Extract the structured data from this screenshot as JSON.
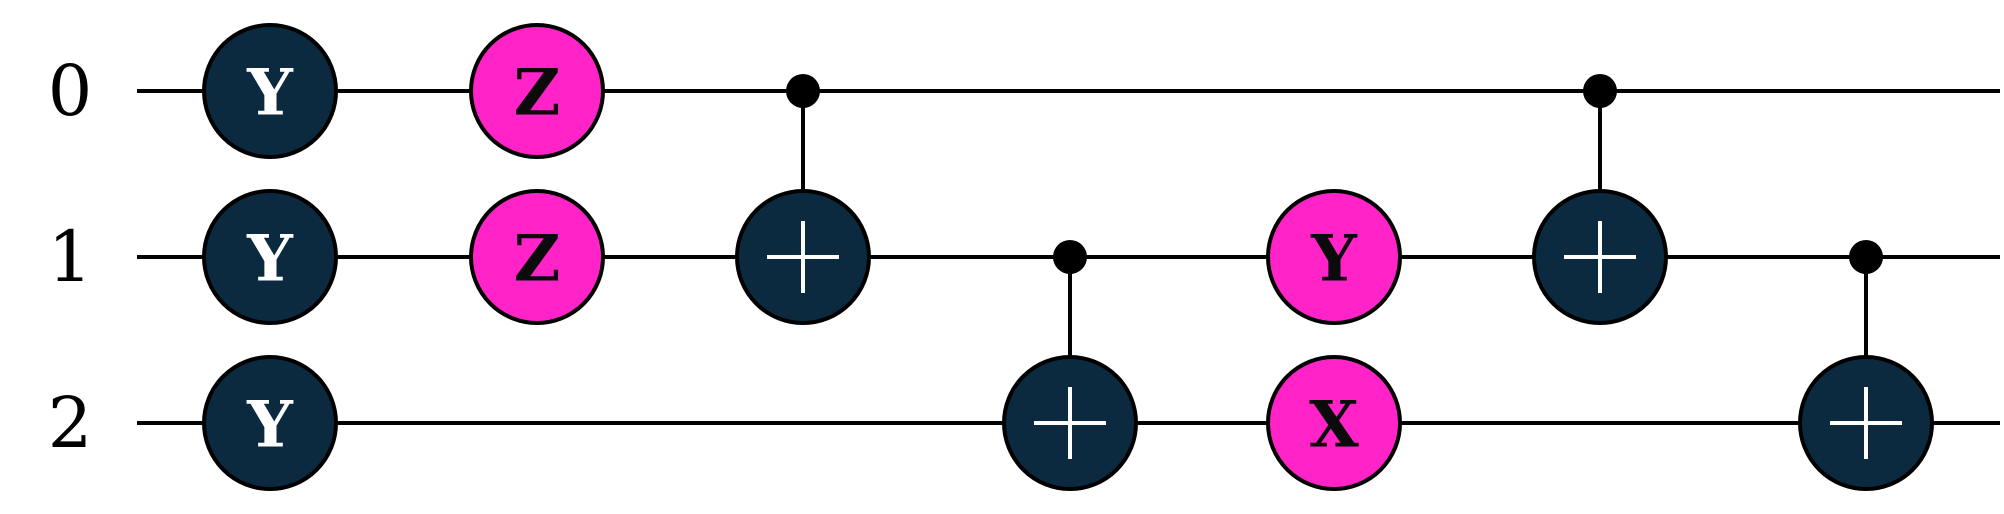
{
  "circuit": {
    "colors": {
      "wire": "#000000",
      "dark_gate": "#0b2a40",
      "pink_gate": "#ff23c8",
      "dark_gate_text": "#ffffff",
      "pink_gate_text": "#0b0b0b",
      "outline": "#000000"
    },
    "qubits": [
      {
        "label": "0"
      },
      {
        "label": "1"
      },
      {
        "label": "2"
      }
    ],
    "gates": [
      {
        "type": "single",
        "symbol": "Y",
        "style": "dark",
        "qubit": 0,
        "column": 0
      },
      {
        "type": "single",
        "symbol": "Y",
        "style": "dark",
        "qubit": 1,
        "column": 0
      },
      {
        "type": "single",
        "symbol": "Y",
        "style": "dark",
        "qubit": 2,
        "column": 0
      },
      {
        "type": "single",
        "symbol": "Z",
        "style": "pink",
        "qubit": 0,
        "column": 1
      },
      {
        "type": "single",
        "symbol": "Z",
        "style": "pink",
        "qubit": 1,
        "column": 1
      },
      {
        "type": "cnot",
        "control": 0,
        "target": 1,
        "column": 2
      },
      {
        "type": "cnot",
        "control": 1,
        "target": 2,
        "column": 3
      },
      {
        "type": "single",
        "symbol": "Y",
        "style": "pink",
        "qubit": 1,
        "column": 4
      },
      {
        "type": "single",
        "symbol": "X",
        "style": "pink",
        "qubit": 2,
        "column": 4
      },
      {
        "type": "cnot",
        "control": 0,
        "target": 1,
        "column": 5
      },
      {
        "type": "cnot",
        "control": 1,
        "target": 2,
        "column": 6
      }
    ]
  }
}
